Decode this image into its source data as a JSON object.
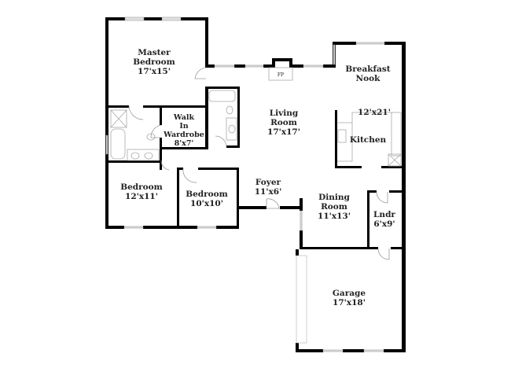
{
  "floor_plan": {
    "title": "",
    "rooms": [
      {
        "id": "master_bedroom",
        "name_line1": "Master",
        "name_line2": "Bedroom",
        "dims": "17'x15'"
      },
      {
        "id": "walk_in_wardrobe",
        "name_line1": "Walk",
        "name_line2": "In",
        "name_line3": "Wardrobe",
        "dims": "8'x7'"
      },
      {
        "id": "living_room",
        "name_line1": "Living",
        "name_line2": "Room",
        "dims": "17'x17'"
      },
      {
        "id": "breakfast_nook",
        "name_line1": "Breakfast",
        "name_line2": "Nook"
      },
      {
        "id": "kitchen",
        "name_line1": "Kitchen",
        "dims": "12'x21'"
      },
      {
        "id": "bedroom_2",
        "name_line1": "Bedroom",
        "dims": "12'x11'"
      },
      {
        "id": "bedroom_3",
        "name_line1": "Bedroom",
        "dims": "10'x10'"
      },
      {
        "id": "foyer",
        "name_line1": "Foyer",
        "dims": "11'x6'"
      },
      {
        "id": "dining_room",
        "name_line1": "Dining",
        "name_line2": "Room",
        "dims": "11'x13'"
      },
      {
        "id": "laundry",
        "name_line1": "Lndr",
        "dims": "6'x9'"
      },
      {
        "id": "garage",
        "name_line1": "Garage",
        "dims": "17'x18'"
      }
    ],
    "fireplace_label": "FP"
  }
}
